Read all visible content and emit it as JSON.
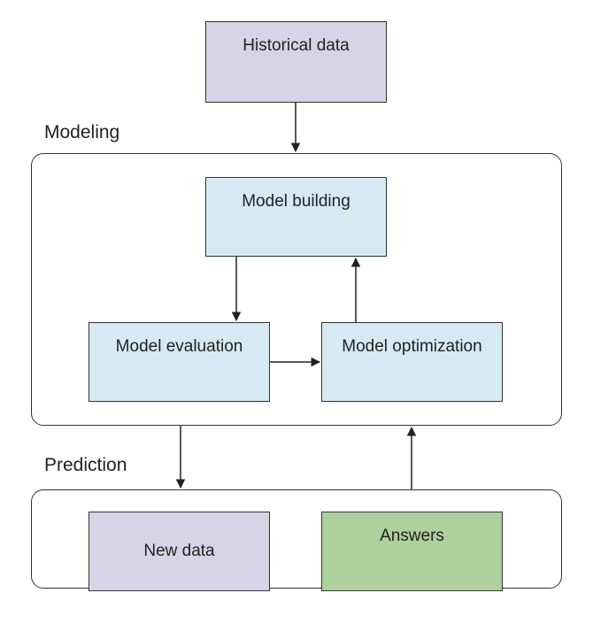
{
  "nodes": {
    "historical_data": "Historical data",
    "model_building": "Model building",
    "model_evaluation": "Model evaluation",
    "model_optimization": "Model optimization",
    "new_data": "New data",
    "answers": "Answers"
  },
  "groups": {
    "modeling": "Modeling",
    "prediction": "Prediction"
  },
  "colors": {
    "data_box": "#d8d3e6",
    "model_box": "#d6eaf3",
    "answers_box": "#aed09c",
    "stroke": "#333333"
  }
}
